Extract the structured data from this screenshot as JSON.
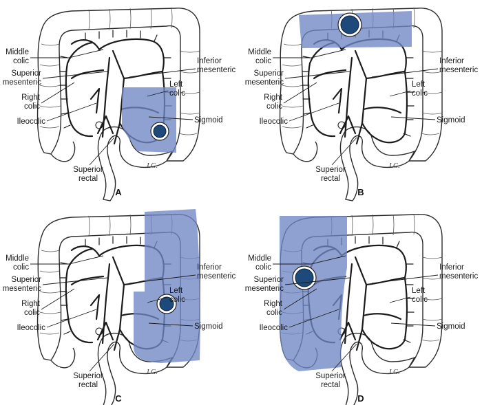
{
  "figure": {
    "shade_color": "#6f86c4",
    "tumor_color": "#1d4a7a",
    "panels": [
      {
        "id": "A",
        "letter": "A",
        "signature": "J.G.",
        "labels": {
          "middle_colic": [
            "Middle",
            "colic"
          ],
          "superior_mesenteric": [
            "Superior",
            "mesenteric"
          ],
          "right_colic": [
            "Right",
            "colic"
          ],
          "ileocolic": "Ileocolic",
          "inferior_mesenteric": [
            "Inferior",
            "mesenteric"
          ],
          "left_colic": [
            "Left",
            "colic"
          ],
          "sigmoid": "Sigmoid",
          "superior_rectal": [
            "Superior",
            "rectal"
          ]
        }
      },
      {
        "id": "B",
        "letter": "B",
        "signature": "J.G.",
        "labels": {
          "middle_colic": [
            "Middle",
            "colic"
          ],
          "superior_mesenteric": [
            "Superior",
            "mesenteric"
          ],
          "right_colic": [
            "Right",
            "colic"
          ],
          "ileocolic": "Ileocolic",
          "inferior_mesenteric": [
            "Inferior",
            "mesenteric"
          ],
          "left_colic": [
            "Left",
            "colic"
          ],
          "sigmoid": "Sigmoid",
          "superior_rectal": [
            "Superior",
            "rectal"
          ]
        }
      },
      {
        "id": "C",
        "letter": "C",
        "signature": "J.G.",
        "labels": {
          "middle_colic": [
            "Middle",
            "colic"
          ],
          "superior_mesenteric": [
            "Superior",
            "mesenteric"
          ],
          "right_colic": [
            "Right",
            "colic"
          ],
          "ileocolic": "Ileocolic",
          "inferior_mesenteric": [
            "Inferior",
            "mesenteric"
          ],
          "left_colic": [
            "Left",
            "colic"
          ],
          "sigmoid": "Sigmoid",
          "superior_rectal": [
            "Superior",
            "rectal"
          ]
        }
      },
      {
        "id": "D",
        "letter": "D",
        "signature": "J.G.",
        "labels": {
          "middle_colic": [
            "Middle",
            "colic"
          ],
          "superior_mesenteric": [
            "Superior",
            "mesenteric"
          ],
          "right_colic": [
            "Right",
            "colic"
          ],
          "ileocolic": "Ileocolic",
          "inferior_mesenteric": [
            "Inferior",
            "mesenteric"
          ],
          "left_colic": [
            "Left",
            "colic"
          ],
          "sigmoid": "Sigmoid",
          "superior_rectal": [
            "Superior",
            "rectal"
          ]
        }
      }
    ]
  }
}
